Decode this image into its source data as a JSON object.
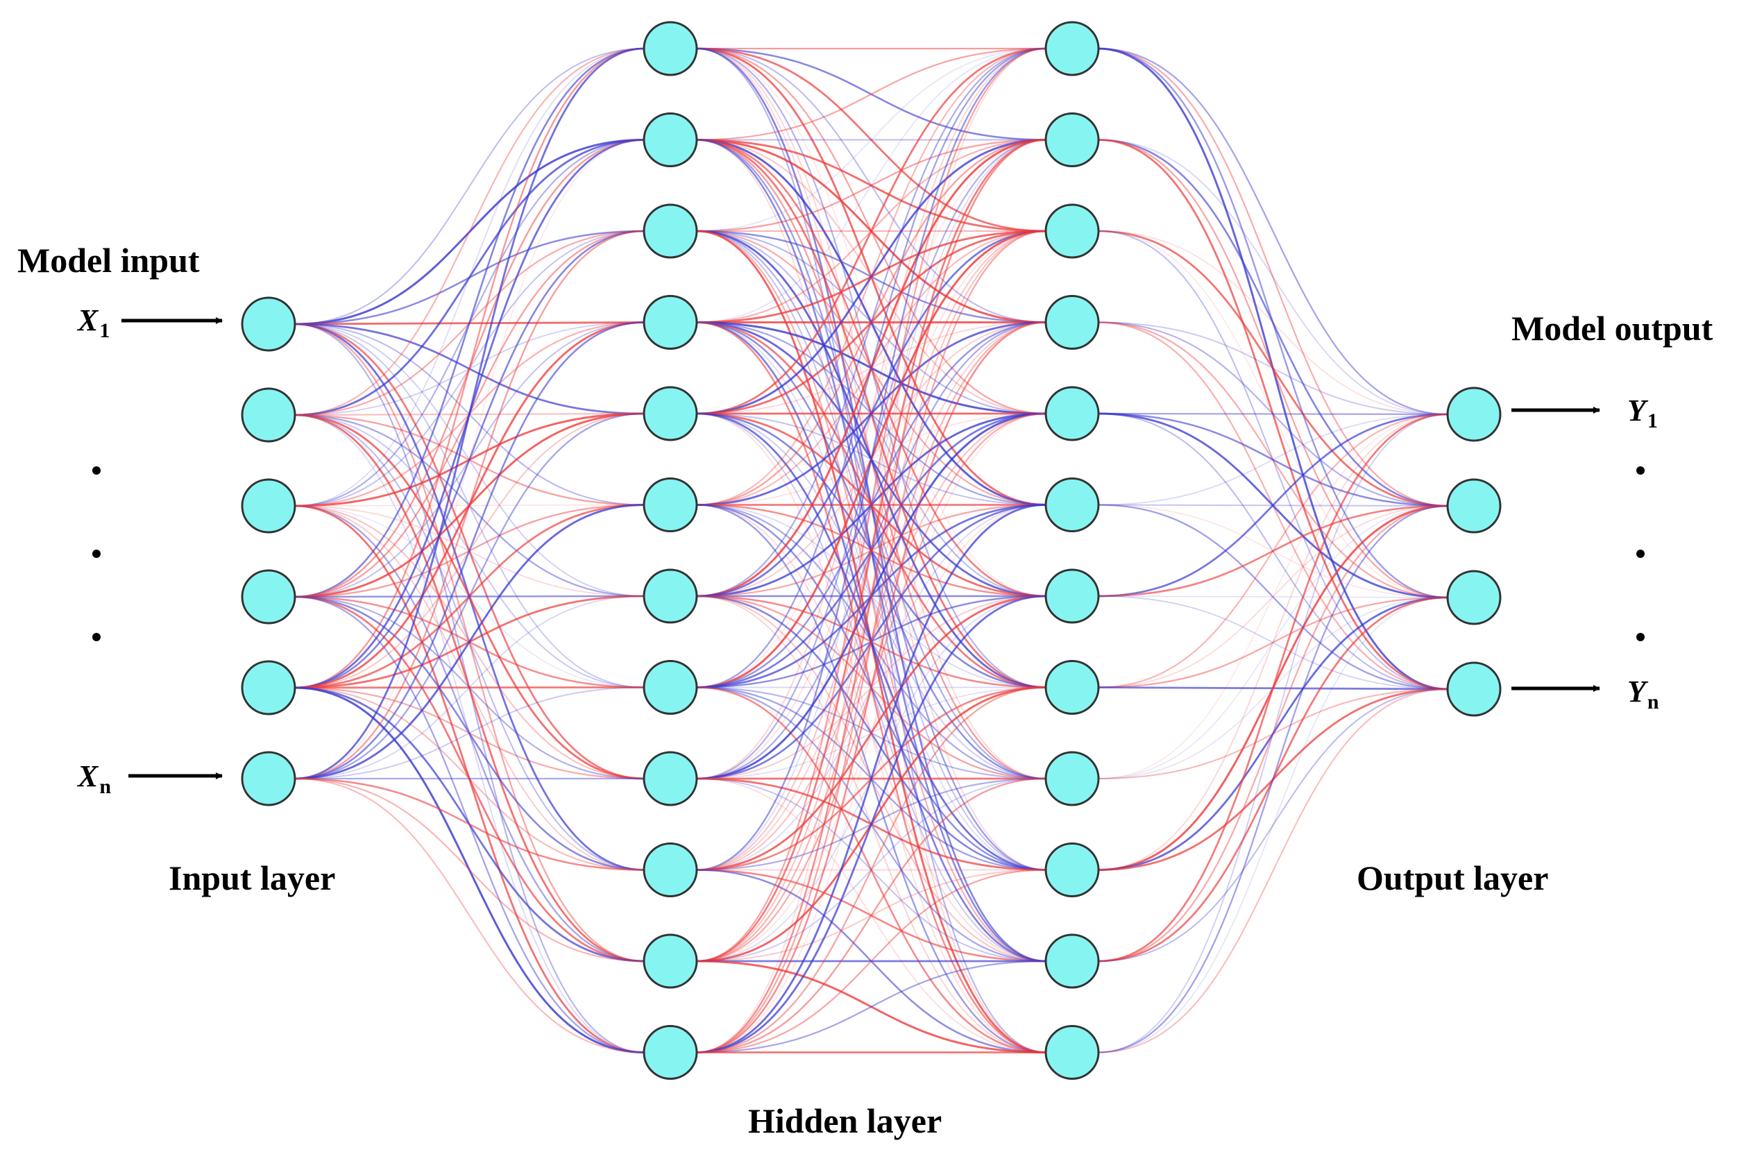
{
  "labels": {
    "model_input": "Model input",
    "model_output": "Model output",
    "input_layer": "Input layer",
    "hidden_layer": "Hidden layer",
    "output_layer": "Output layer"
  },
  "inputs": {
    "first": {
      "symbol": "X",
      "subscript": "1"
    },
    "last": {
      "symbol": "X",
      "subscript": "n"
    }
  },
  "outputs": {
    "first": {
      "symbol": "Y",
      "subscript": "1"
    },
    "last": {
      "symbol": "Y",
      "subscript": "n"
    }
  },
  "layers": {
    "input_nodes": 6,
    "hidden1_nodes": 12,
    "hidden2_nodes": 12,
    "output_nodes": 4
  },
  "colors": {
    "node_fill": "#86f5f2",
    "node_stroke": "#333333",
    "positive_weight": "#ee3a3a",
    "negative_weight": "#3a3ad0",
    "arrow": "#000000"
  }
}
